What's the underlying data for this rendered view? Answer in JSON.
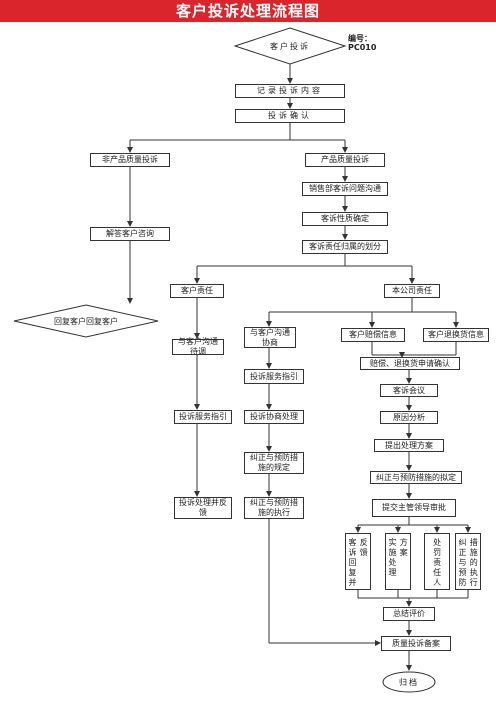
{
  "title": "客户投诉处理流程图",
  "code_label": "编号：",
  "code_value": "PC010",
  "nodes": {
    "start": "客户投诉",
    "record": "记录投诉内容",
    "confirm": "投诉确认",
    "non_quality": "非产品质量投诉",
    "quality": "产品质量投诉",
    "sales_comm": "销售部客诉问题沟通",
    "nature": "客诉性质确定",
    "responsibility": "客诉责任归属的划分",
    "answer": "解答客户咨询",
    "reply": "回复客户回复客户",
    "cust_resp": "客户责任",
    "company_resp": "本公司责任",
    "cust_comm": "与客户沟通待调",
    "cust_comm2": "与客户沟通协商",
    "guide1": "投诉服务指引",
    "guide2": "投诉服务指引",
    "coord": "投诉协商处理",
    "corrective_set": "纠正与预防措施的规定",
    "feedback_done": "投诉处理并反馈",
    "corrective_exec": "纠正与预防措施的执行",
    "comp_info": "客户赔偿信息",
    "return_info": "客户退换货信息",
    "apply": "赔偿、退换货申请确认",
    "meeting": "客诉会议",
    "analysis": "原因分析",
    "proposal": "提出处理方案",
    "corrective_plan": "纠正与预防措施的拟定",
    "approve": "提交主管领导审批",
    "v1": "反馈|客诉回复并",
    "v2": "方案|实施处理",
    "v3": "处罚责任人",
    "v4": "措施的执行|纠正与预防",
    "evaluate": "总结评价",
    "archive_case": "质量投诉备案",
    "file": "归档"
  }
}
